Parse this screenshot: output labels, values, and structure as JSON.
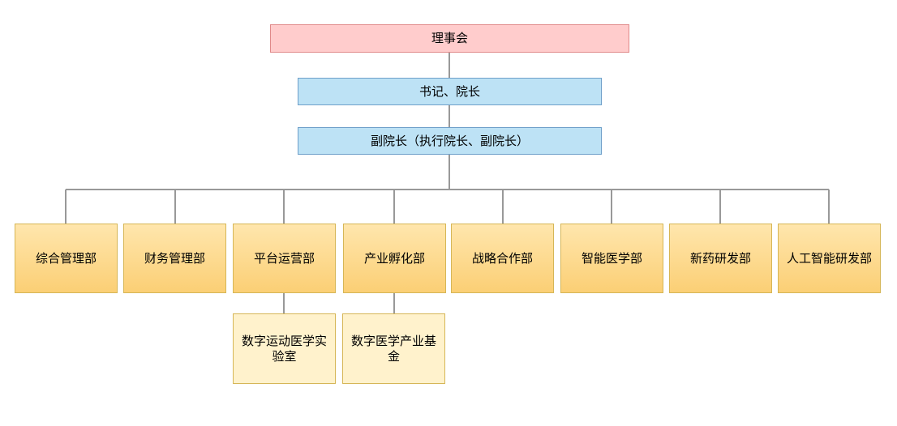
{
  "org_chart": {
    "root": {
      "label": "理事会"
    },
    "leaders": [
      {
        "label": "书记、院长"
      },
      {
        "label": "副院长（执行院长、副院长）"
      }
    ],
    "departments": [
      {
        "label": "综合管理部"
      },
      {
        "label": "财务管理部"
      },
      {
        "label": "平台运营部"
      },
      {
        "label": "产业孵化部"
      },
      {
        "label": "战略合作部"
      },
      {
        "label": "智能医学部"
      },
      {
        "label": "新药研发部"
      },
      {
        "label": "人工智能研发部"
      }
    ],
    "sub_units": [
      {
        "label": "数字运动医学实验室",
        "parent": "平台运营部"
      },
      {
        "label": "数字医学产业基金",
        "parent": "产业孵化部"
      }
    ]
  },
  "colors": {
    "root_fill": "#ffcccc",
    "leader_fill": "#bde2f5",
    "dept_fill": "#fbcf75",
    "sub_fill": "#fff2cc",
    "connector": "#999999"
  }
}
